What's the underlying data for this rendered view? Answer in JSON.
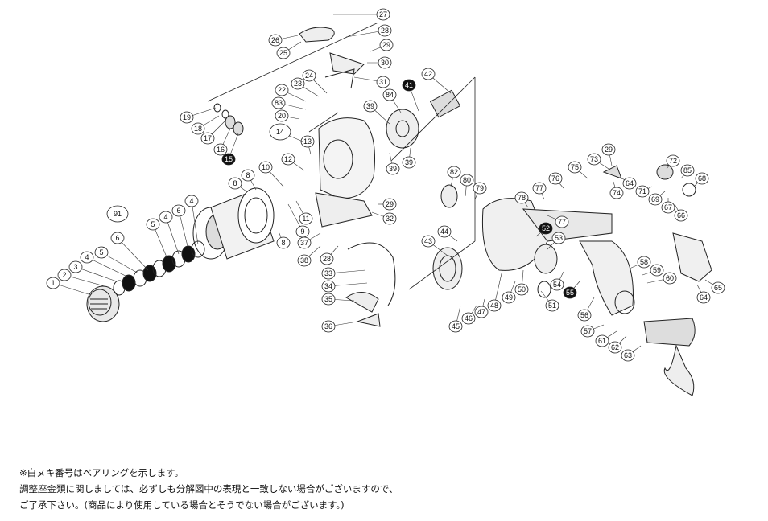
{
  "diagram": {
    "part_numbers": [
      "1",
      "2",
      "3",
      "4",
      "5",
      "6",
      "8",
      "9",
      "10",
      "11",
      "12",
      "13",
      "14",
      "15",
      "16",
      "17",
      "18",
      "19",
      "20",
      "22",
      "23",
      "24",
      "25",
      "26",
      "27",
      "28",
      "29",
      "30",
      "31",
      "32",
      "33",
      "34",
      "35",
      "36",
      "37",
      "38",
      "39",
      "41",
      "42",
      "43",
      "44",
      "45",
      "46",
      "47",
      "48",
      "49",
      "50",
      "51",
      "52",
      "53",
      "54",
      "55",
      "56",
      "57",
      "58",
      "59",
      "60",
      "61",
      "62",
      "63",
      "64",
      "65",
      "66",
      "67",
      "68",
      "69",
      "71",
      "72",
      "73",
      "74",
      "75",
      "76",
      "77",
      "78",
      "79",
      "80",
      "82",
      "83",
      "84",
      "85",
      "91"
    ],
    "highlighted_part_numbers": [
      "15",
      "41",
      "52",
      "55"
    ]
  },
  "notes": {
    "line1": "※白ヌキ番号はベアリングを示します。",
    "line2": "調整座金類に関しましては、必ずしも分解図中の表現と一致しない場合がございますので、",
    "line3": "ご了承下さい。(商品により使用している場合とそうでない場合がございます。)"
  }
}
